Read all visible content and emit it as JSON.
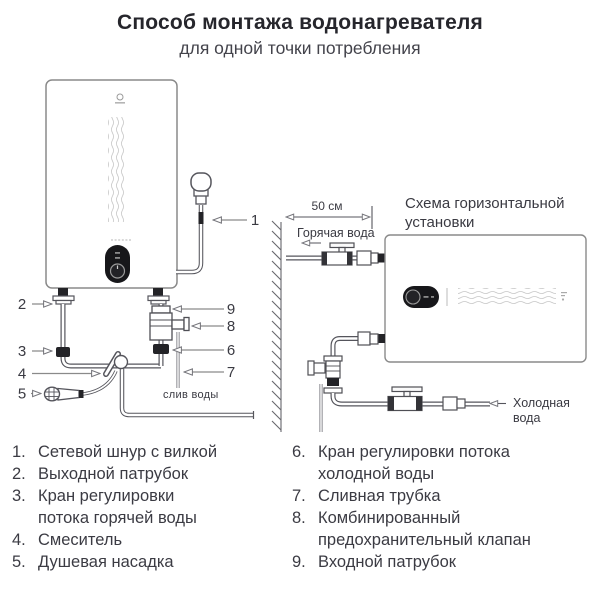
{
  "header": {
    "title": "Способ монтажа водонагревателя",
    "subtitle": "для одной точки потребления"
  },
  "left_diagram": {
    "callouts": {
      "c1": "1",
      "c2": "2",
      "c3": "3",
      "c4": "4",
      "c5": "5",
      "c6": "6",
      "c7": "7",
      "c8": "8",
      "c9": "9"
    },
    "drain_label": "слив воды"
  },
  "right_diagram": {
    "title_line1": "Схема горизонтальной",
    "title_line2": "установки",
    "distance": "50 см",
    "hot_water_label": "Горячая вода",
    "cold_water_line1": "Холодная",
    "cold_water_line2": "вода"
  },
  "legend": {
    "left": [
      {
        "num": "1.",
        "text": "Сетевой шнур с вилкой"
      },
      {
        "num": "2.",
        "text": "Выходной патрубок"
      },
      {
        "num": "3.",
        "text": "Кран регулировки потока горячей воды"
      },
      {
        "num": "4.",
        "text": "Смеситель"
      },
      {
        "num": "5.",
        "text": "Душевая насадка"
      }
    ],
    "right": [
      {
        "num": "6.",
        "text": "Кран регулировки потока холодной воды"
      },
      {
        "num": "7.",
        "text": "Сливная трубка"
      },
      {
        "num": "8.",
        "text": "Комбинированный предохранительный клапан"
      },
      {
        "num": "9.",
        "text": "Входной патрубок"
      }
    ]
  },
  "colors": {
    "line": "#55555c",
    "dark_fitting": "#232327",
    "text": "#3a3a42",
    "outline": "#8a8a8a"
  }
}
